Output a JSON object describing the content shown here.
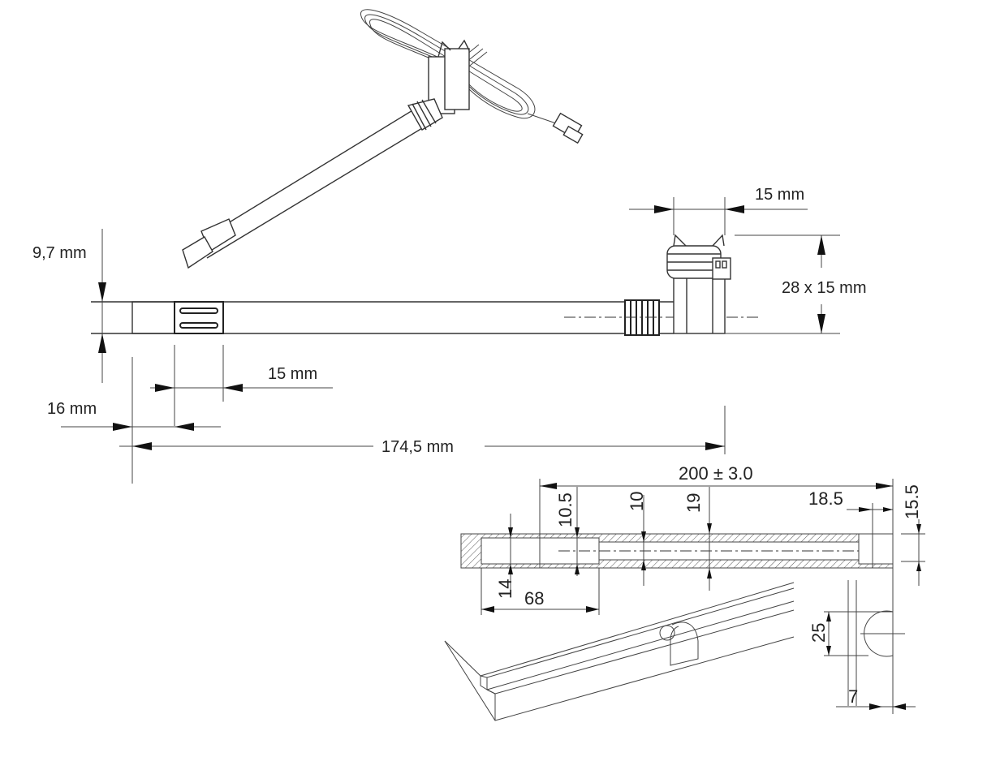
{
  "sensor_drawing": {
    "dim_height": "9,7 mm",
    "dim_clip_width": "15 mm",
    "dim_clip_size": "28 x 15 mm",
    "dim_grip_length": "15 mm",
    "dim_tip_length": "16 mm",
    "dim_total_length": "174,5 mm"
  },
  "groove_drawing": {
    "dim_total": "200 ± 3.0",
    "dim_10_5": "10.5",
    "dim_10": "10",
    "dim_19": "19",
    "dim_18_5": "18.5",
    "dim_15_5": "15.5",
    "dim_14": "14",
    "dim_68": "68",
    "dim_25": "25",
    "dim_7": "7"
  }
}
